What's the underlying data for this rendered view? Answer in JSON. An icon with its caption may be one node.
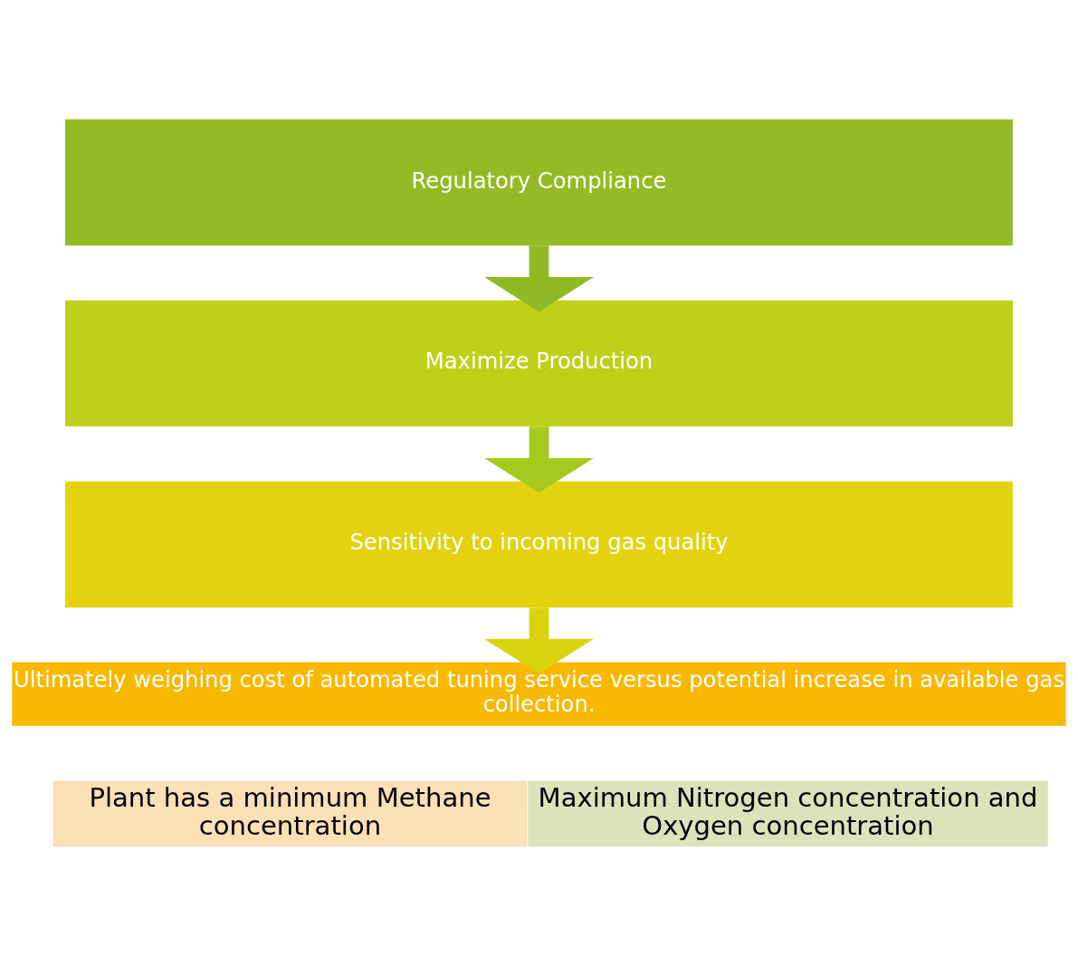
{
  "diagram": {
    "nodes": [
      {
        "text": [
          "Regulatory Compliance"
        ]
      },
      {
        "text": [
          "Maximize Production"
        ]
      },
      {
        "text": [
          "Sensitivity to incoming gas quality"
        ]
      },
      {
        "text": [
          "Ultimately weighing cost of automated tuning service versus potential increase in available gas collection."
        ]
      },
      {
        "text": [
          "Plant has a minimum Methane concentration"
        ]
      },
      {
        "text": [
          "Maximum Nitrogen concentration and Oxygen concentration"
        ]
      }
    ],
    "edges": [
      {
        "from": 0,
        "to": 1,
        "arrow": "to",
        "color": "#8fba26"
      },
      {
        "from": 1,
        "to": 2,
        "arrow": "to",
        "color": "#a9c81d"
      },
      {
        "from": 2,
        "to": 3,
        "arrow": "to",
        "color": "#d9d30f"
      }
    ]
  }
}
